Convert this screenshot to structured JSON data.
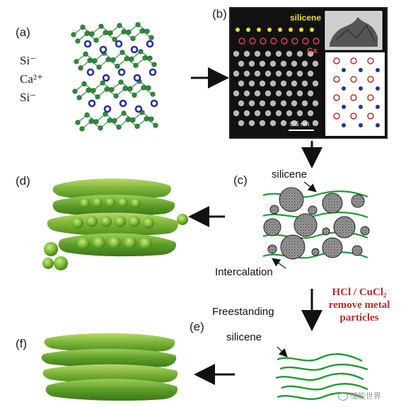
{
  "panels": {
    "a": "(a)",
    "b": "(b)",
    "c": "(c)",
    "d": "(d)",
    "e": "(e)",
    "f": "(f)"
  },
  "structure_labels": {
    "si_top": "Si⁻",
    "ca": "Ca²⁺",
    "si_bottom": "Si⁻"
  },
  "stem": {
    "silicene": "silicene",
    "ca": "Ca",
    "scale": "0.5 nm"
  },
  "intercalation": {
    "silicene": "silicene",
    "caption": "Intercalation"
  },
  "treatment": {
    "line1": "HCl / CuCl₂",
    "line2": "remove metal",
    "line3": "particles"
  },
  "freestanding": {
    "line1": "Freestanding",
    "line2": "silicene"
  },
  "watermark": "储能世界",
  "colors": {
    "silicon": "#2e8b3a",
    "calcium": "#2b2f9a",
    "sheet": "#1f9a35",
    "red_text": "#b0302a",
    "stem_si": "#e8e02a",
    "stem_ca": "#e04a4a"
  }
}
